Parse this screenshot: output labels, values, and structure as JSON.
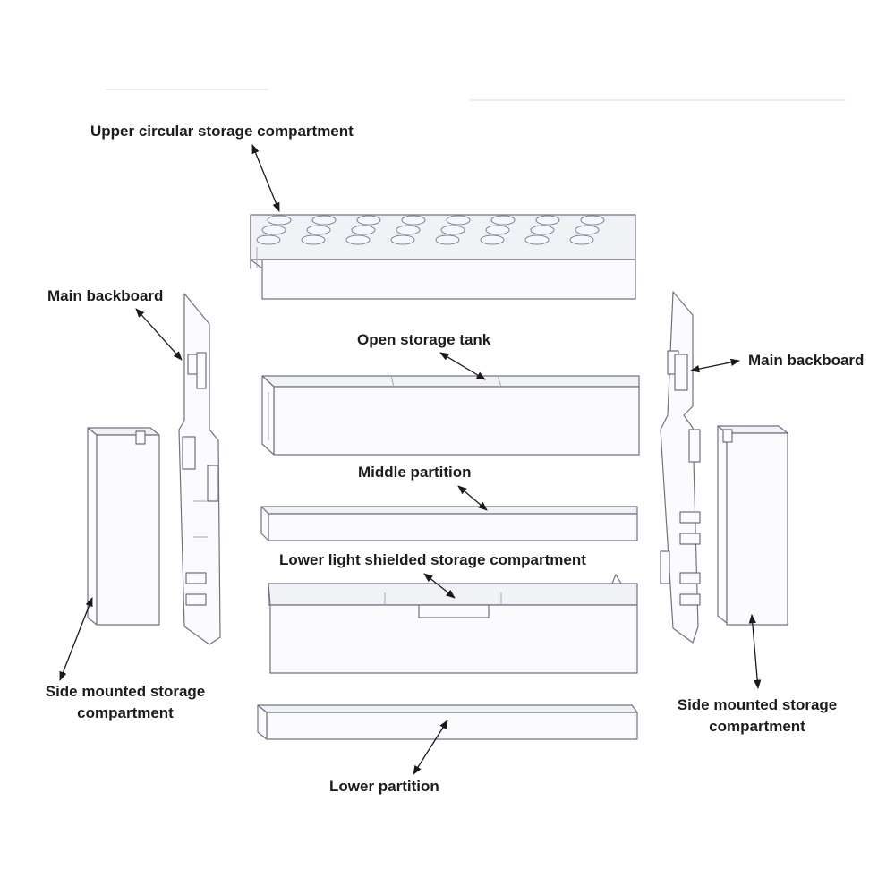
{
  "labels": {
    "upper_circular": "Upper circular storage compartment",
    "main_backboard_left": "Main backboard",
    "main_backboard_right": "Main backboard",
    "open_storage_tank": "Open storage tank",
    "middle_partition": "Middle partition",
    "lower_light_shielded": "Lower light shielded storage compartment",
    "side_mounted_left_line1": "Side mounted storage",
    "side_mounted_left_line2": "compartment",
    "side_mounted_right_line1": "Side mounted storage",
    "side_mounted_right_line2": "compartment",
    "lower_partition": "Lower partition"
  }
}
